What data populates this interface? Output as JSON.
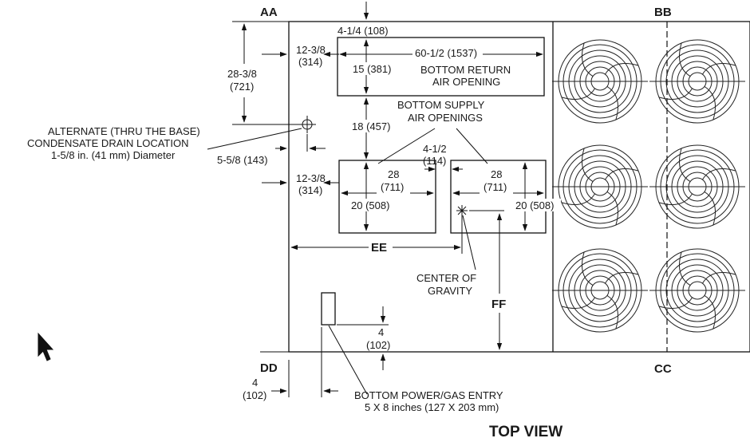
{
  "corners": {
    "aa": "AA",
    "bb": "BB",
    "cc": "CC",
    "dd": "DD",
    "ee": "EE",
    "ff": "FF"
  },
  "dims": {
    "top_offset": "4-1/4 (108)",
    "left_top_in": "12-3/8",
    "left_top_mm": "(314)",
    "return_width": "60-1/2 (1537)",
    "return_height": "15 (381)",
    "overall_depth_in": "28-3/8",
    "overall_depth_mm": "(721)",
    "supply_gap": "18 (457)",
    "drain_offset": "5-5/8 (143)",
    "left_lower_in": "12-3/8",
    "left_lower_mm": "(314)",
    "between_in": "4-1/2",
    "between_mm": "(114)",
    "supply1_w_in": "28",
    "supply1_w_mm": "(711)",
    "supply1_h": "20 (508)",
    "supply2_w_in": "28",
    "supply2_w_mm": "(711)",
    "supply2_h": "20 (508)",
    "entry_offset_in": "4",
    "entry_offset_mm": "(102)",
    "dd_offset_in": "4",
    "dd_offset_mm": "(102)"
  },
  "labels": {
    "return_l1": "BOTTOM RETURN",
    "return_l2": "AIR OPENING",
    "supply_l1": "BOTTOM SUPPLY",
    "supply_l2": "AIR OPENINGS",
    "drain_l1": "ALTERNATE (THRU THE BASE)",
    "drain_l2": "CONDENSATE DRAIN LOCATION",
    "drain_l3": "1-5/8 in. (41 mm) Diameter",
    "cog_l1": "CENTER OF",
    "cog_l2": "GRAVITY",
    "entry_l1": "BOTTOM POWER/GAS ENTRY",
    "entry_l2": "5 X 8 inches (127 X 203 mm)",
    "view_title": "TOP VIEW"
  },
  "fans": {
    "count": 6,
    "icon": "condenser-fan-icon"
  },
  "cursor": {
    "icon": "mouse-pointer-icon"
  }
}
